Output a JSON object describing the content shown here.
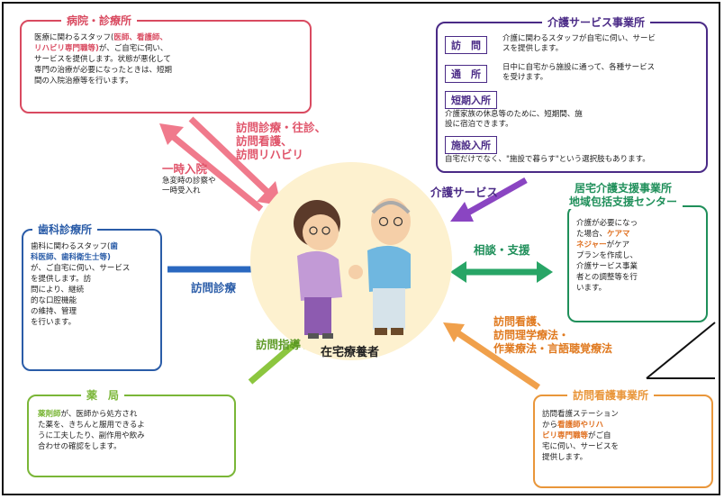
{
  "colors": {
    "hospital": "#d94a60",
    "care_service": "#4a2a86",
    "dental": "#2a5ca8",
    "pharmacy": "#7ab637",
    "support_center": "#1f8f5a",
    "visiting_nurse": "#e9963a"
  },
  "hospital": {
    "title": "病院・診療所",
    "line1_a": "医療に関わるスタッフ(",
    "line1_b": "医師、看護師、",
    "line2": "リハビリ専門職等)",
    "line2_b": "が、ご自宅に伺い、",
    "line3": "サービスを提供します。状態が悪化して",
    "line4": "専門の治療が必要になったときは、短期",
    "line5": "間の入院治療等を行います。"
  },
  "care_service": {
    "title": "介護サービス事業所",
    "items": [
      {
        "tag": "訪　問",
        "desc1": "介護に関わるスタッフが自宅に伺い、サービ",
        "desc2": "スを提供します。"
      },
      {
        "tag": "通　所",
        "desc1": "日中に自宅から施設に通って、各種サービス",
        "desc2": "を受けます。"
      },
      {
        "tag": "短期入所",
        "desc1": "介護家族の休息等のために、短期間、施",
        "desc2": "設に宿泊できます。"
      },
      {
        "tag": "施設入所",
        "desc1": "自宅だけでなく、\"施設で暮らす\"という選択肢もあります。",
        "desc2": ""
      }
    ]
  },
  "dental": {
    "title": "歯科診療所",
    "line1_a": "歯科に関わるスタッフ(",
    "line1_b": "歯",
    "line2": "科医師、歯科衛生士等)",
    "line3": "が、ご自宅に伺い、サービス",
    "line4": "を提供します。訪",
    "line5": "問により、継続",
    "line6": "的な口腔機能",
    "line7": "の維持、管理",
    "line8": "を行います。"
  },
  "pharmacy": {
    "title": "薬　局",
    "line1_a": "薬剤師",
    "line1_b": "が、医師から処方され",
    "line2": "た薬を、きちんと服用できるよ",
    "line3": "うに工夫したり、副作用や飲み",
    "line4": "合わせの確認をします。"
  },
  "support_center": {
    "title_line1": "居宅介護支援事業所",
    "title_line2": "地域包括支援センター",
    "line1": "介護が必要になっ",
    "line2_a": "た場合、",
    "line2_b": "ケアマ",
    "line3_a": "ネジャー",
    "line3_b": "がケア",
    "line4": "プランを作成し、",
    "line5": "介護サービス事業",
    "line6": "者との調整等を行",
    "line7": "います。"
  },
  "visiting_nurse": {
    "title": "訪問看護事業所",
    "line1": "訪問看護ステーション",
    "line2_a": "から",
    "line2_b": "看護師やリハ",
    "line3_a": "ビリ専門職等",
    "line3_b": "がご自",
    "line4": "宅に伺い、サービスを",
    "line5": "提供します。"
  },
  "center": {
    "label": "在宅療養者"
  },
  "arrow_labels": {
    "hospital_visit_1": "訪問診療・往診、",
    "hospital_visit_2": "訪問看護、",
    "hospital_visit_3": "訪問リハビリ",
    "admission": "一時入院",
    "admission_note_1": "急変時の診察や",
    "admission_note_2": "一時受入れ",
    "care": "介護サービス",
    "consult": "相談・支援",
    "dental_visit": "訪問診療",
    "pharmacy_visit": "訪問指導",
    "nurse_1": "訪問看護、",
    "nurse_2": "訪問理学療法・",
    "nurse_3": "作業療法・言語聴覚療法"
  }
}
